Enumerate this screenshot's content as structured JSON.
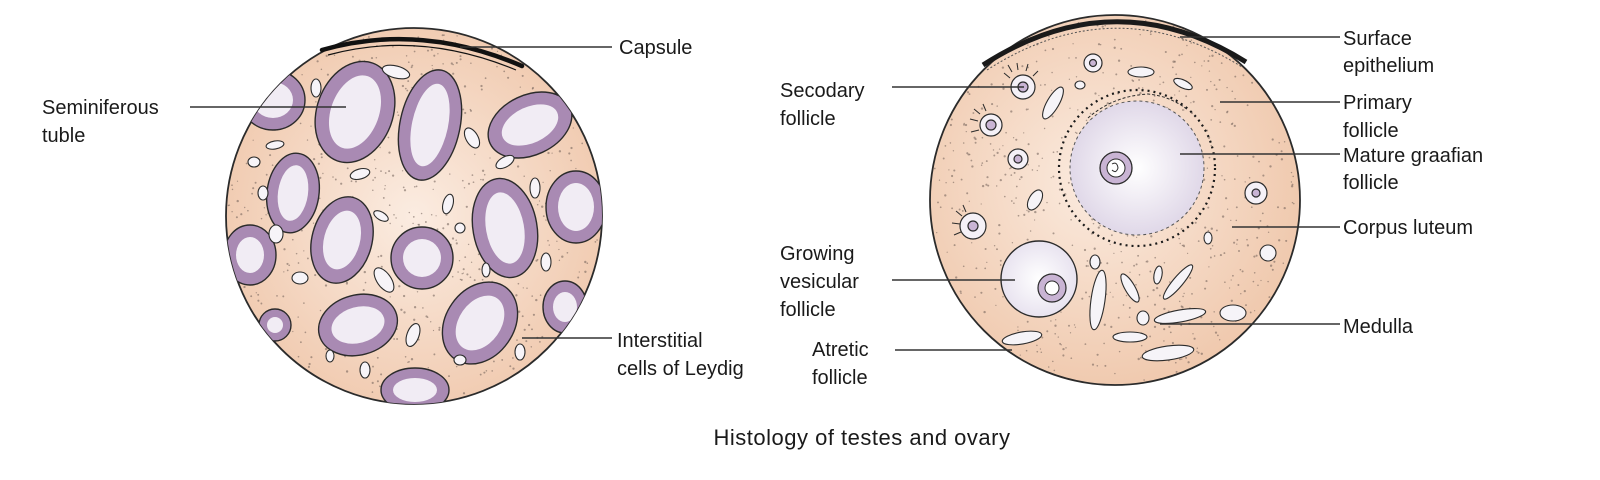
{
  "colors": {
    "tissue": "#f3d2bb",
    "tissue_light": "#faeadd",
    "tubule_wall": "#a98ab3",
    "tubule_lumen": "#f1ecf4",
    "outline": "#2b2b2b"
  },
  "testis": {
    "labels": {
      "capsule": "Capsule",
      "seminiferous_1": "Seminiferous",
      "seminiferous_2": "tuble",
      "interstitial_1": "Interstitial",
      "interstitial_2": "cells of Leydig"
    }
  },
  "ovary": {
    "labels": {
      "surface_1": "Surface",
      "surface_2": "epithelium",
      "secondary_1": "Secodary",
      "secondary_2": "follicle",
      "primary_1": "Primary",
      "primary_2": "follicle",
      "graafian_1": "Mature graafian",
      "graafian_2": "follicle",
      "corpus_luteum": "Corpus luteum",
      "growing_1": "Growing",
      "growing_2": "vesicular",
      "growing_3": "follicle",
      "medulla": "Medulla",
      "atretic_1": "Atretic",
      "atretic_2": "follicle"
    }
  },
  "caption": "Histology of testes and ovary"
}
